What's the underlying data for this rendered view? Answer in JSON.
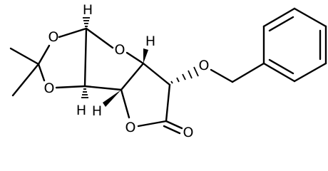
{
  "molecule": {
    "atoms": {
      "o_dioxolane_top": "O",
      "o_dioxolane_bottom": "O",
      "o_furanose_ring": "O",
      "o_lactone_ring": "O",
      "o_carbonyl": "O",
      "o_benzyloxy": "O",
      "h_c1": "H",
      "h_c2": "H",
      "h_c3": "H",
      "h_c4": "H"
    }
  }
}
